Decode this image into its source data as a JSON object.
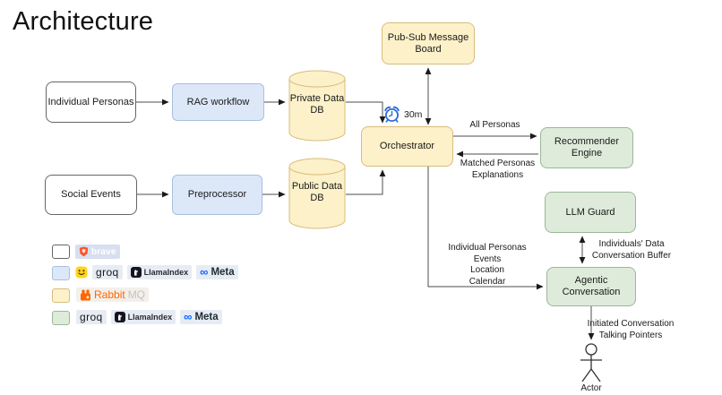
{
  "title": "Architecture",
  "nodes": {
    "individual_personas": {
      "label": "Individual Personas"
    },
    "rag_workflow": {
      "label": "RAG workflow"
    },
    "social_events": {
      "label": "Social Events"
    },
    "preprocessor": {
      "label": "Preprocessor"
    },
    "private_db": {
      "label": "Private Data\nDB"
    },
    "public_db": {
      "label": "Public Data\nDB"
    },
    "pubsub": {
      "label": "Pub-Sub Message\nBoard"
    },
    "orchestrator": {
      "label": "Orchestrator"
    },
    "recommender": {
      "label": "Recommender Engine"
    },
    "llm_guard": {
      "label": "LLM Guard"
    },
    "agentic": {
      "label": "Agentic Conversation"
    },
    "actor": {
      "label": "Actor"
    }
  },
  "edges": {
    "timer_label": "30m",
    "all_personas": "All Personas",
    "matched_personas": "Matched Personas\nExplanations",
    "individual_personas_events": "Individual Personas\nEvents\nLocation\nCalendar",
    "individuals_data": "Individuals' Data\nConversation Buffer",
    "initiated_conversation": "Initiated Conversation\nTalking Pointers"
  },
  "legend": {
    "brave": "brave",
    "groq": "groq",
    "llamaindex": "LlamaIndex",
    "meta": "Meta",
    "meta_glyph": "∞",
    "rabbit": "Rabbit",
    "mq": "MQ"
  },
  "colors": {
    "node_white": "#FFFFFF",
    "node_blue": "#DCE7F8",
    "node_yellow": "#FCF1C9",
    "node_green": "#DEEBDA",
    "arrow": "#4D4D4D",
    "clock_blue": "#2B6BD8",
    "brave_orange": "#FB542B",
    "rabbitmq_orange": "#FF6600",
    "meta_blue": "#0866FF",
    "hugging_face_yellow": "#FFD21E"
  }
}
